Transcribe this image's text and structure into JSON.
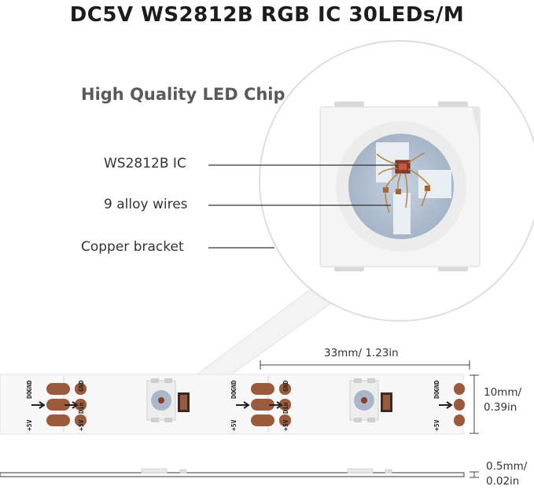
{
  "title": "DC5V WS2812B RGB IC 30LEDs/M",
  "subtitle": "High Quality LED Chip",
  "chip_callouts": [
    {
      "label": "WS2812B IC"
    },
    {
      "label": "9 alloy wires"
    },
    {
      "label": "Copper bracket"
    }
  ],
  "dimensions": {
    "pitch": "33mm/ 1.23in",
    "width_mm": "10mm/",
    "width_in": "0.39in",
    "thickness_mm": "0.5mm/",
    "thickness_in": "0.02in"
  },
  "strip_markings": {
    "do": "DO",
    "gnd": "GND",
    "din": "Din",
    "v5": "+5V"
  },
  "colors": {
    "title": "#1d1d1d",
    "subtitle": "#5a5a5a",
    "copper_pad": "#9a5a3c",
    "chip_cup": "#a9b7c9",
    "strip": "#f7f7f7"
  }
}
